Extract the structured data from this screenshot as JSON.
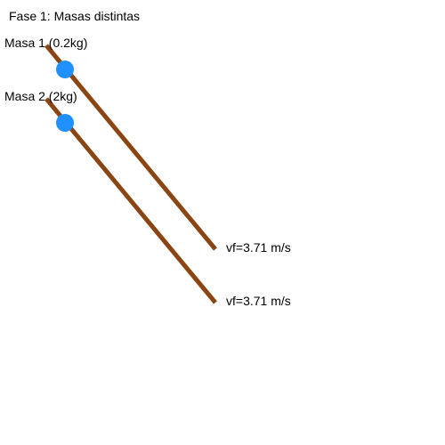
{
  "phase": {
    "title": "Fase 1: Masas distintas"
  },
  "colors": {
    "ramp": "#8B4513",
    "ball": "#1E90FF",
    "text": "#000000",
    "background": "#FFFFFF"
  },
  "ramps": [
    {
      "label": "Masa 1 (0.2kg)",
      "mass_kg": 0.2,
      "final_speed": "vf=3.71 m/s"
    },
    {
      "label": "Masa 2 (2kg)",
      "mass_kg": 2,
      "final_speed": "vf=3.71 m/s"
    }
  ]
}
